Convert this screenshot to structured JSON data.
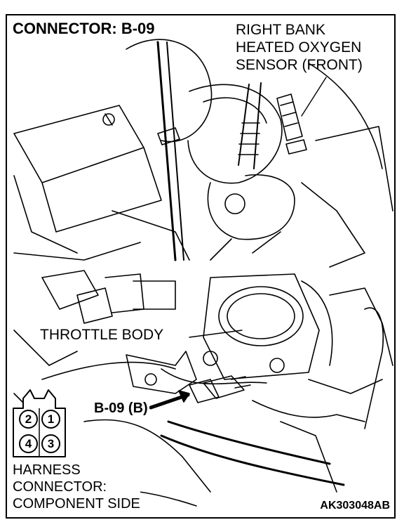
{
  "connector_title": "CONNECTOR: B-09",
  "sensor_label": [
    "RIGHT BANK",
    "HEATED OXYGEN",
    "SENSOR (FRONT)"
  ],
  "throttle_label": "THROTTLE BODY",
  "connector_callout": "B-09 (B)",
  "harness_pins": [
    "2",
    "1",
    "4",
    "3"
  ],
  "harness_label": [
    "HARNESS",
    "CONNECTOR:",
    "COMPONENT SIDE"
  ],
  "figure_code": "AK303048AB"
}
